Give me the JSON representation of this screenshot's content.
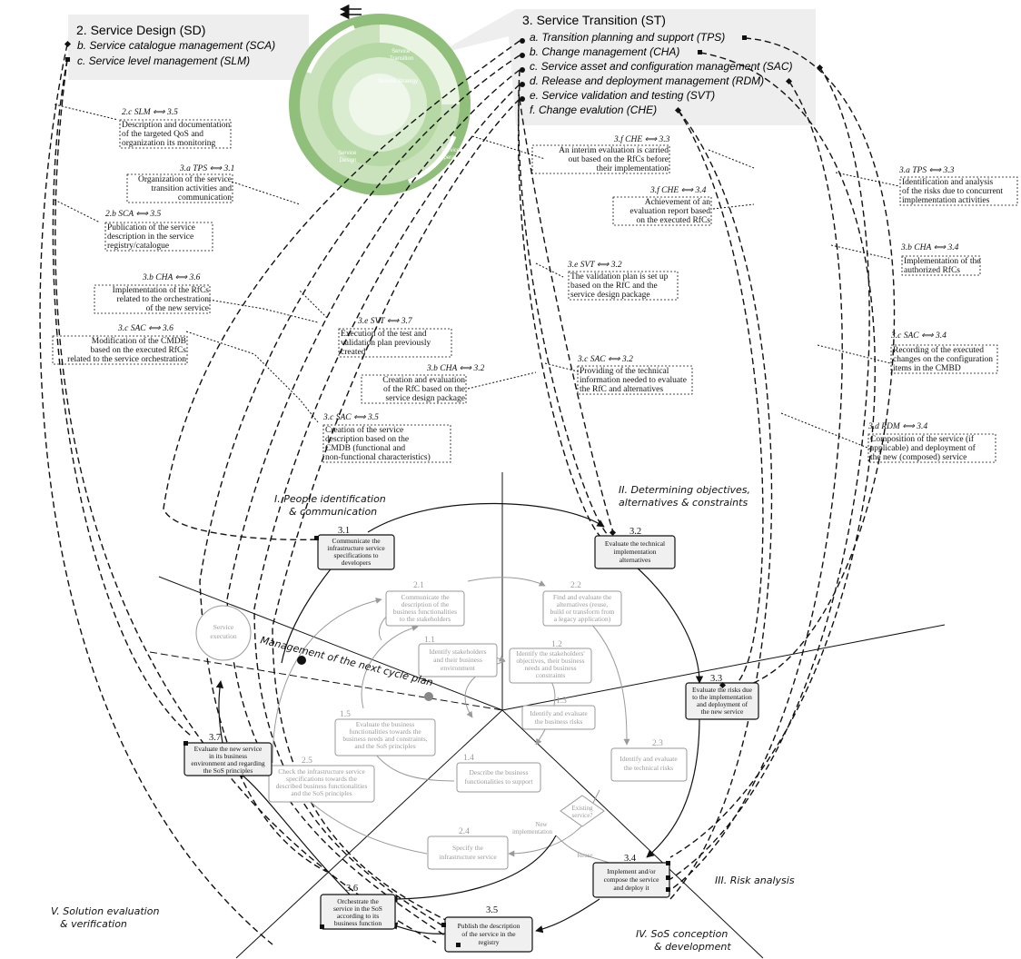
{
  "colors": {
    "wheel_green": "#8fbf7a",
    "wheel_light": "#c9e2bb",
    "panel_gray": "#eeeeee",
    "step_box_fill": "#f0f0f0",
    "faded_gray": "#9a9a9a",
    "line": "#111111"
  },
  "sd_panel": {
    "title": "2. Service Design (SD)",
    "items": [
      "b. Service catalogue management (SCA)",
      "c. Service level management (SLM)"
    ]
  },
  "st_panel": {
    "title": "3. Service Transition (ST)",
    "items": [
      "a. Transition planning and support (TPS)",
      "b. Change management (CHA)",
      "c. Service asset and configuration management (SAC)",
      "d. Release and deployment management (RDM)",
      "e. Service validation and testing (SVT)",
      "f. Change evalution (CHE)"
    ]
  },
  "wheel": {
    "transition": [
      "Service",
      "Transition"
    ],
    "strategy": "Service Strategy",
    "design": [
      "Service",
      "Design"
    ],
    "operation": [
      "Service",
      "Operation"
    ],
    "improvement": [
      "Continual",
      "Service Improvement"
    ]
  },
  "annotations": [
    {
      "head": "2.c SLM ⟺ 3.5",
      "lines": [
        "Description and documentation",
        "of the targeted QoS and",
        "organization its monitoring"
      ]
    },
    {
      "head": "3.a TPS ⟺ 3.1",
      "lines": [
        "Organization of the service",
        "transition activities and",
        "communication"
      ]
    },
    {
      "head": "2.b SCA ⟺ 3.5",
      "lines": [
        "Publication of the service",
        "description in the service",
        "registry/catalogue"
      ]
    },
    {
      "head": "3.b CHA ⟺ 3.6",
      "lines": [
        "Implementation of the RfCs",
        "related to the orchestration",
        "of the new service"
      ]
    },
    {
      "head": "3.c SAC ⟺ 3.6",
      "lines": [
        "Modification of the CMDB",
        "based on the executed RfCs",
        "related to the service orchestration"
      ]
    },
    {
      "head": "3.e SVT ⟺ 3.7",
      "lines": [
        "Execution of the test and",
        "validation plan previously",
        "created"
      ]
    },
    {
      "head": "3.b CHA ⟺ 3.2",
      "lines": [
        "Creation and evaluation",
        "of the RfC based on the",
        "service design package"
      ]
    },
    {
      "head": "3.c SAC ⟺ 3.5",
      "lines": [
        "Creation of the service",
        "description based on the",
        "CMDB (functional and",
        "non-functional characteristics)"
      ]
    },
    {
      "head": "3.f CHE ⟺ 3.3",
      "lines": [
        "An interim evaluation is carried",
        "out based on the RfCs before",
        "their implementation"
      ]
    },
    {
      "head": "3.f CHE ⟺ 3.4",
      "lines": [
        "Achievement of an",
        "evaluation report based",
        "on the executed RfCs"
      ]
    },
    {
      "head": "3.e SVT ⟺ 3.2",
      "lines": [
        "The validation plan is set up",
        "based on the RfC and the",
        "service design package"
      ]
    },
    {
      "head": "3.c SAC ⟺ 3.2",
      "lines": [
        "Providing of the technical",
        "information needed to evaluate",
        "the RfC and alternatives"
      ]
    },
    {
      "head": "3.a TPS ⟺ 3.3",
      "lines": [
        "Identification and analysis",
        "of the risks due to concurrent",
        "implementation activities"
      ]
    },
    {
      "head": "3.b CHA ⟺ 3.4",
      "lines": [
        "Implementation of the",
        "authorized RfCs"
      ]
    },
    {
      "head": "3.c SAC ⟺ 3.4",
      "lines": [
        "Recording of the executed",
        "changes on the configuration",
        "items in the CMBD"
      ]
    },
    {
      "head": "3.d RDM ⟺ 3.4",
      "lines": [
        "Composition of the service (if",
        "applicable) and deployment of",
        "the new (composed) service"
      ]
    }
  ],
  "quadrants": {
    "q1": [
      "I. People identification",
      "& communication"
    ],
    "q2": [
      "II. Determining objectives,",
      "alternatives & constraints"
    ],
    "q3": "III. Risk analysis",
    "q4": [
      "IV. SoS conception",
      "& development"
    ],
    "q5": [
      "V. Solution evaluation",
      "& verification"
    ],
    "plan": "Management of the next cycle plan"
  },
  "steps": [
    {
      "num": "3.1",
      "lines": [
        "Communicate the",
        "infrastructure service",
        "specifications to",
        "developers"
      ]
    },
    {
      "num": "3.2",
      "lines": [
        "Evaluate the technical",
        "implementation",
        "alternatives"
      ]
    },
    {
      "num": "3.3",
      "lines": [
        "Evaluate the risks due",
        "to the implementation",
        "and deployment of",
        "the new service"
      ]
    },
    {
      "num": "3.4",
      "lines": [
        "Implement and/or",
        "compose the service",
        "and deploy it"
      ]
    },
    {
      "num": "3.5",
      "lines": [
        "Publish the description",
        "of the service in the",
        "registry"
      ]
    },
    {
      "num": "3.6",
      "lines": [
        "Orchestrate the",
        "service in the SoS",
        "according to its",
        "business function"
      ]
    },
    {
      "num": "3.7",
      "lines": [
        "Evaluate the new service",
        "in its business",
        "environment and regarding",
        "the SoS principles"
      ]
    }
  ],
  "faded_steps": [
    {
      "num": "2.1",
      "lines": [
        "Communicate the",
        "description of the",
        "business functionalities",
        "to the stakeholders"
      ]
    },
    {
      "num": "2.2",
      "lines": [
        "Find and evaluate the",
        "alternatives (reuse,",
        "build or transform from",
        "a legacy application)"
      ]
    },
    {
      "num": "1.1",
      "lines": [
        "Identify stakeholders",
        "and their business",
        "environment"
      ]
    },
    {
      "num": "1.2",
      "lines": [
        "Identify the stakeholders'",
        "objectives, their business",
        "needs and business",
        "constraints"
      ]
    },
    {
      "num": "1.3",
      "lines": [
        "Identify and evaluate",
        "the business risks"
      ]
    },
    {
      "num": "1.5",
      "lines": [
        "Evaluate the business",
        "functionalities towards the",
        "business needs and constraints,",
        "and the SoS principles"
      ]
    },
    {
      "num": "1.4",
      "lines": [
        "Describe the business",
        "functionalities to support"
      ]
    },
    {
      "num": "2.3",
      "lines": [
        "Identify and evaluate",
        "the technical risks"
      ]
    },
    {
      "num": "2.5",
      "lines": [
        "Check the infrastructure service",
        "specifications towards the",
        "described business functionalities",
        "and the SoS principles"
      ]
    },
    {
      "num": "2.4",
      "lines": [
        "Specify the",
        "infrastructure service"
      ]
    }
  ],
  "service_execution": [
    "Service",
    "execution"
  ],
  "decision": {
    "lines": [
      "Existing",
      "service?"
    ],
    "new_label": [
      "New",
      "implementation"
    ],
    "reuse_label": "Reuse"
  }
}
